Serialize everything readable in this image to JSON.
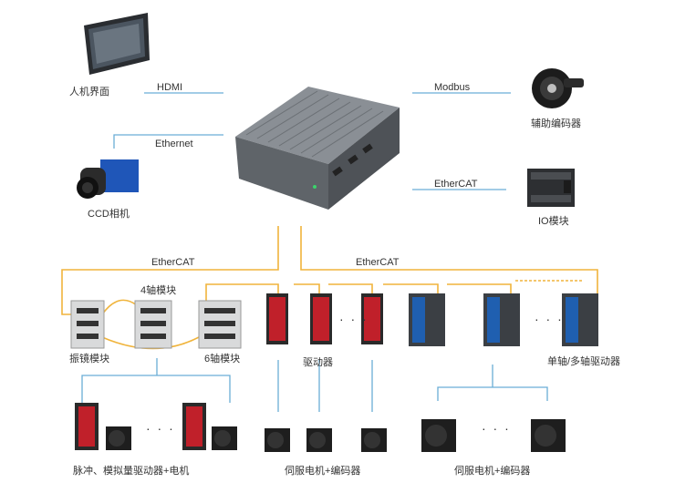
{
  "labels": {
    "hmi": "人机界面",
    "hdmi": "HDMI",
    "modbus": "Modbus",
    "aux_encoder": "辅助编码器",
    "ethernet": "Ethernet",
    "ccd": "CCD相机",
    "ethercat_io": "EtherCAT",
    "io_module": "IO模块",
    "ethercat_left": "EtherCAT",
    "ethercat_right": "EtherCAT",
    "galvo_module": "振镜模块",
    "axis4_module": "4轴模块",
    "axis6_module": "6轴模块",
    "driver": "驱动器",
    "single_multi_driver": "单轴/多轴驱动器",
    "pulse_analog_motor": "脉冲、模拟量驱动器+电机",
    "servo_encoder_mid": "伺服电机+编码器",
    "servo_encoder_right": "伺服电机+编码器",
    "ellipsis": "· · ·"
  },
  "colors": {
    "line_blue": "#6aaed6",
    "line_orange": "#f0b43c",
    "device_gray": "#6e7378",
    "driver_red": "#c0202a",
    "driver_blue": "#1f5fb0"
  }
}
